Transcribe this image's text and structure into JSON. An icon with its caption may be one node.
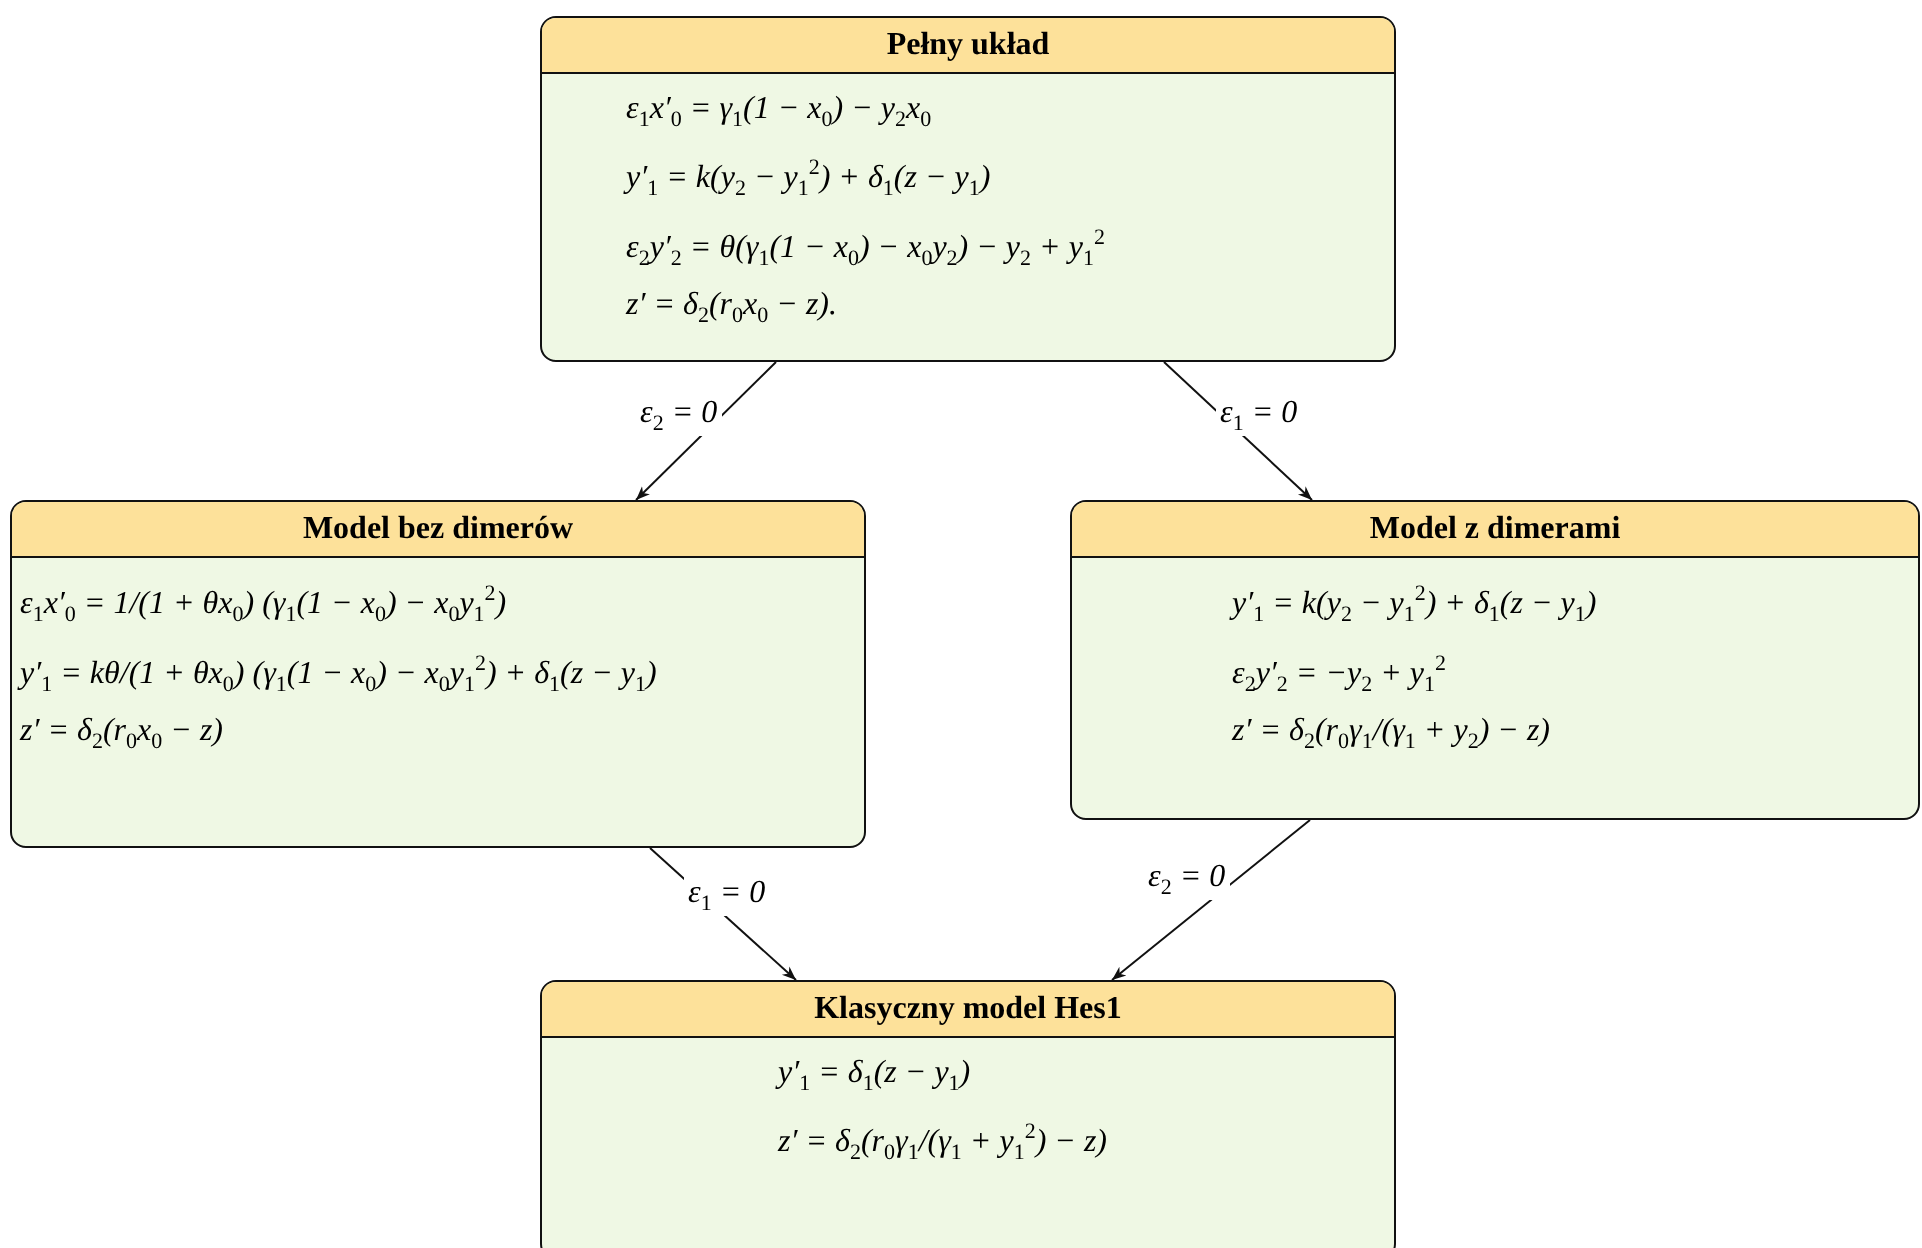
{
  "diagram": {
    "nodes": [
      {
        "text": [
          "Pełny układ",
          "ε$_{1}$x′$_{0}$ = γ$_{1}$(1 − x$_{0}$) − y$_{2}$x$_{0}$",
          "y′$_{1}$ = k(y$_{2}$ − y$_{1}$$^{2}$) + δ$_{1}$(z − y$_{1}$)",
          "ε$_{2}$y′$_{2}$ = θ(γ$_{1}$(1 − x$_{0}$) − x$_{0}$y$_{2}$) − y$_{2}$ + y$_{1}$$^{2}$",
          "z′ = δ$_{2}$(r$_{0}$x$_{0}$ − z)."
        ]
      },
      {
        "text": [
          "Model bez dimerów",
          "ε$_{1}$x′$_{0}$ = 1/(1 + θx$_{0}$) (γ$_{1}$(1 − x$_{0}$) − x$_{0}$y$_{1}$$^{2}$)",
          "y′$_{1}$ = kθ/(1 + θx$_{0}$) (γ$_{1}$(1 − x$_{0}$) − x$_{0}$y$_{1}$$^{2}$) + δ$_{1}$(z − y$_{1}$)",
          "z′ = δ$_{2}$(r$_{0}$x$_{0}$ − z)"
        ]
      },
      {
        "text": [
          "Model z dimerami",
          "y′$_{1}$ = k(y$_{2}$ − y$_{1}$$^{2}$) + δ$_{1}$(z − y$_{1}$)",
          "ε$_{2}$y′$_{2}$ = −y$_{2}$ + y$_{1}$$^{2}$",
          "z′ = δ$_{2}$(r$_{0}$γ$_{1}$/(γ$_{1}$ + y$_{2}$) − z)"
        ]
      },
      {
        "text": [
          "Klasyczny model Hes1",
          "y′$_{1}$ = δ$_{1}$(z − y$_{1}$)",
          "z′ = δ$_{2}$(r$_{0}$γ$_{1}$/(γ$_{1}$ + y$_{1}$$^{2}$) − z)"
        ]
      }
    ],
    "edges": [
      {
        "from": 0,
        "to": 1,
        "arrow": "to",
        "label": "ε$_{2}$ = 0"
      },
      {
        "from": 0,
        "to": 2,
        "arrow": "to",
        "label": "ε$_{1}$ = 0"
      },
      {
        "from": 1,
        "to": 3,
        "arrow": "to",
        "label": "ε$_{1}$ = 0"
      },
      {
        "from": 2,
        "to": 3,
        "arrow": "to",
        "label": "ε$_{2}$ = 0"
      }
    ]
  }
}
